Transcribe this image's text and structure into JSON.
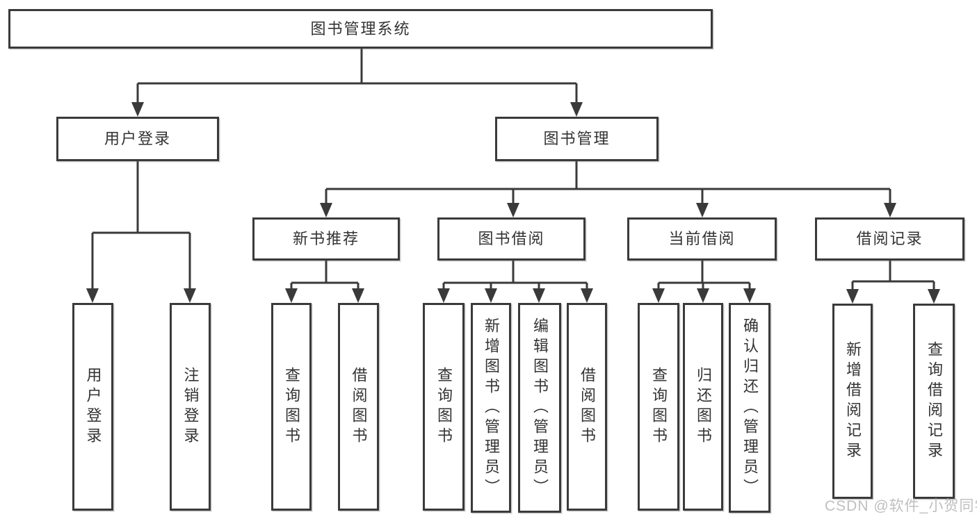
{
  "tree": {
    "label": "图书管理系统",
    "children": [
      {
        "label": "用户登录",
        "children": [
          {
            "label": "用户登录"
          },
          {
            "label": "注销登录"
          }
        ]
      },
      {
        "label": "图书管理",
        "children": [
          {
            "label": "新书推荐",
            "children": [
              {
                "label": "查询图书"
              },
              {
                "label": "借阅图书"
              }
            ]
          },
          {
            "label": "图书借阅",
            "children": [
              {
                "label": "查询图书"
              },
              {
                "label": "新增图书（管理员）"
              },
              {
                "label": "编辑图书（管理员）"
              },
              {
                "label": "借阅图书"
              }
            ]
          },
          {
            "label": "当前借阅",
            "children": [
              {
                "label": "查询图书"
              },
              {
                "label": "归还图书"
              },
              {
                "label": "确认归还（管理员）"
              }
            ]
          },
          {
            "label": "借阅记录",
            "children": [
              {
                "label": "新增借阅记录"
              },
              {
                "label": "查询借阅记录"
              }
            ]
          }
        ]
      }
    ]
  },
  "watermark": {
    "text": "CSDN @软件_小贺同学"
  },
  "colors": {
    "line": "#3a3a3a",
    "text": "#333333",
    "box_background": "#ffffff",
    "watermark": "#bfbfbf",
    "background": "#ffffff"
  }
}
